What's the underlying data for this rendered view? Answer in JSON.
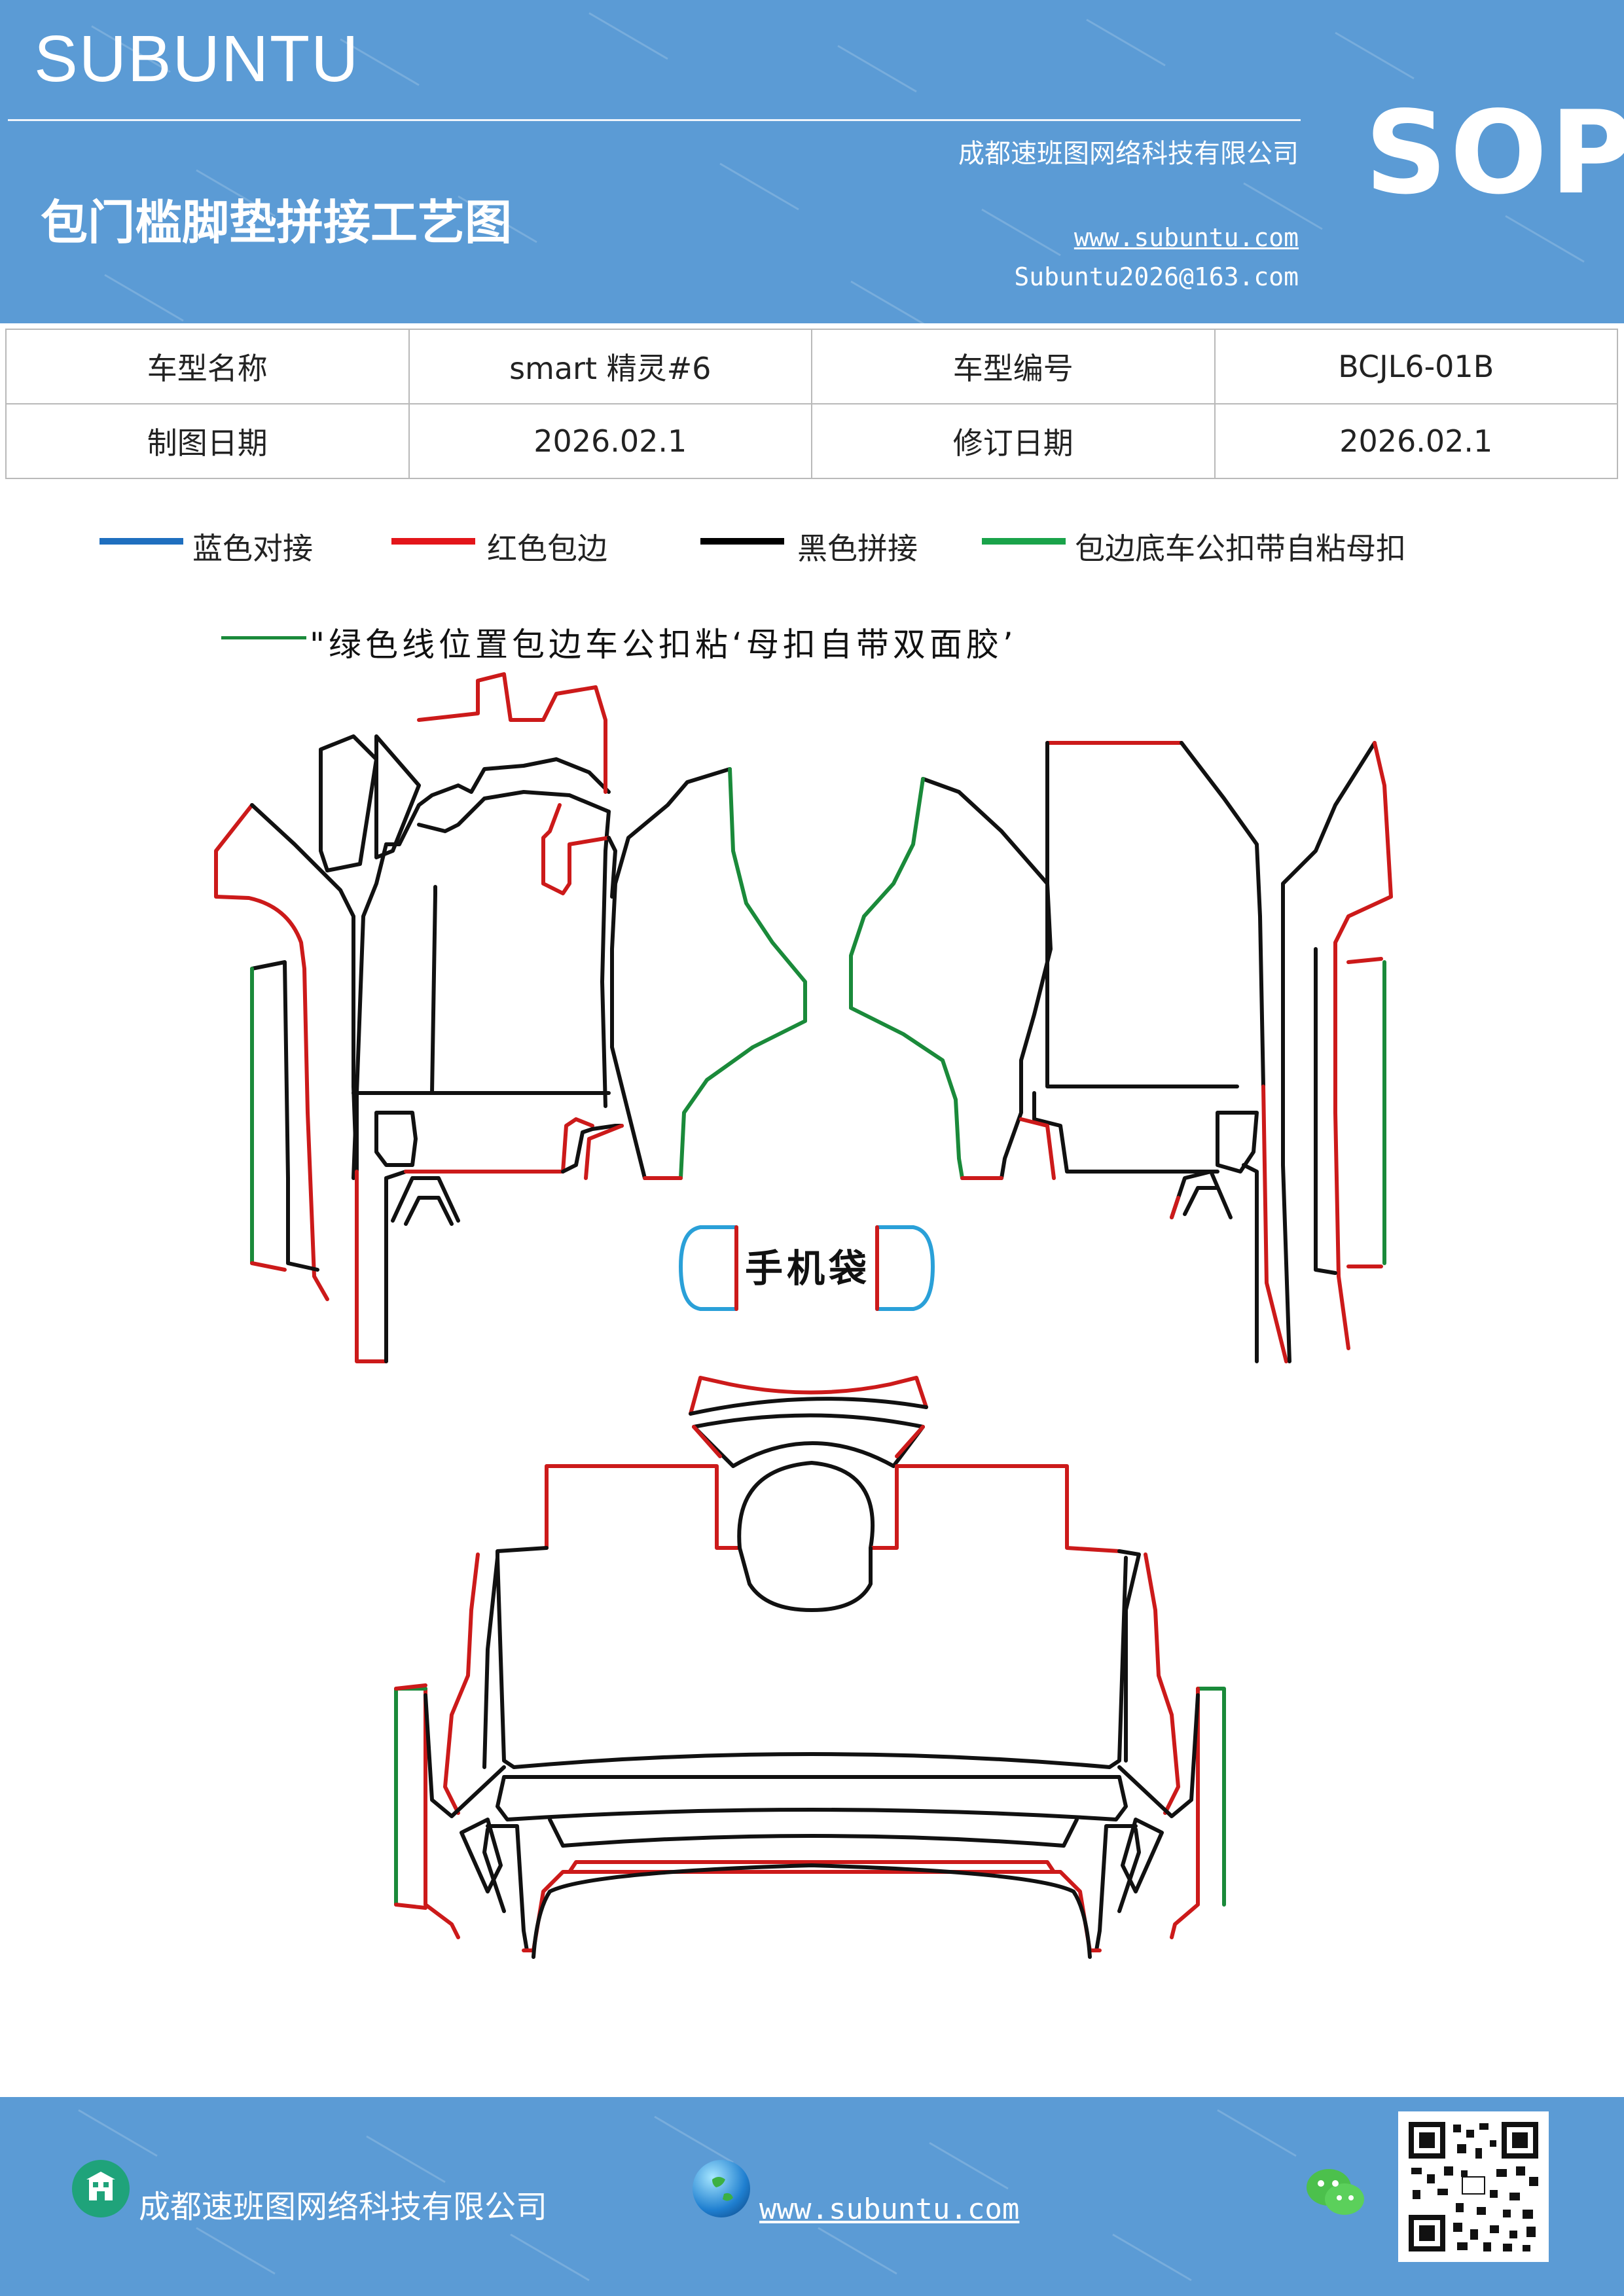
{
  "header": {
    "brand": "SUBUNTU",
    "sop": "SOP",
    "title": "包门槛脚垫拼接工艺图",
    "company": "成都速班图网络科技有限公司",
    "website": "www.subuntu.com",
    "email": "Subuntu2026@163.com"
  },
  "info_table": {
    "row1": {
      "label1": "车型名称",
      "value1": "smart 精灵#6",
      "label2": "车型编号",
      "value2": "BCJL6-01B"
    },
    "row2": {
      "label1": "制图日期",
      "value1": "2026.02.1",
      "label2": "修订日期",
      "value2": "2026.02.1"
    }
  },
  "legend": [
    {
      "label": "蓝色对接",
      "color": "#1f6fbf"
    },
    {
      "label": "红色包边",
      "color": "#e3151a"
    },
    {
      "label": "黑色拼接",
      "color": "#000000"
    },
    {
      "label": "包边底车公扣带自粘母扣",
      "color": "#1aa34a"
    }
  ],
  "note": "\"绿色线位置包边车公扣粘‘母扣自带双面胶’",
  "diagram": {
    "phone_pocket_label": "手机袋",
    "colors": {
      "blue": "#2aa0d8",
      "red": "#cc1a1a",
      "black": "#111111",
      "green": "#1a8a3a"
    }
  },
  "footer": {
    "company": "成都速班图网络科技有限公司",
    "website": "www.subuntu.com "
  },
  "icons": [
    "building-icon",
    "globe-icon",
    "wechat-icon",
    "qr-code"
  ]
}
